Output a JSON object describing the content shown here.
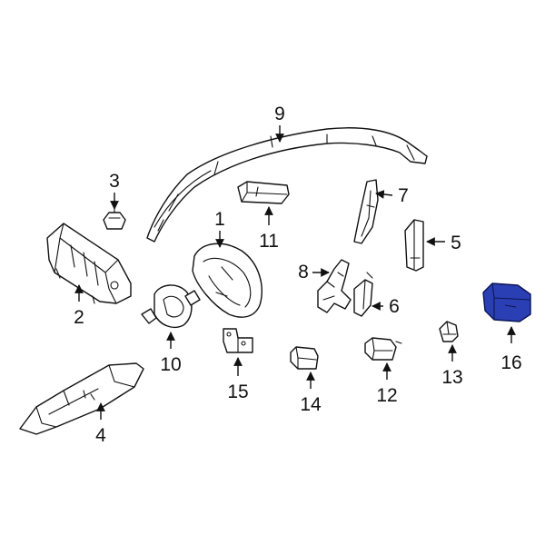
{
  "colors": {
    "line": "#111111",
    "background": "#ffffff",
    "highlight": "#2b3fb4"
  },
  "highlighted_part": "16",
  "callouts": {
    "c1": "1",
    "c2": "2",
    "c3": "3",
    "c4": "4",
    "c5": "5",
    "c6": "6",
    "c7": "7",
    "c8": "8",
    "c9": "9",
    "c10": "10",
    "c11": "11",
    "c12": "12",
    "c13": "13",
    "c14": "14",
    "c15": "15",
    "c16": "16"
  }
}
